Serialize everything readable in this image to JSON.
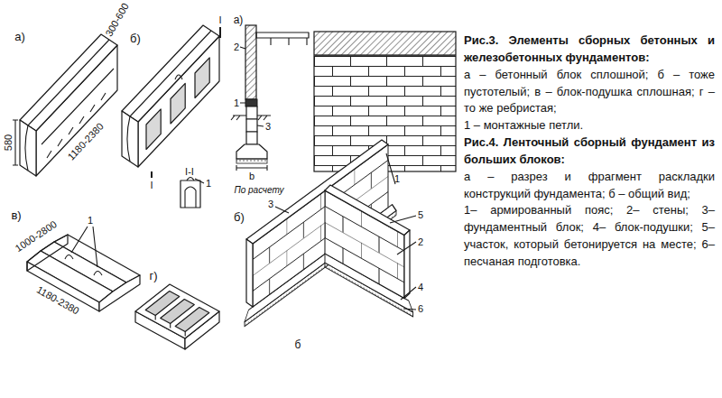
{
  "diagram": {
    "labels": [
      "а)",
      "580",
      "300-600",
      "1180-2380",
      "б)",
      "I",
      "I",
      "I-I",
      "1",
      "в)",
      "1",
      "1000-2800",
      "1180-2380",
      "г)",
      "а)",
      "2",
      "1",
      "3",
      "b",
      "По расчету",
      "б)",
      "3",
      "1",
      "5",
      "2",
      "4",
      "6",
      "б",
      "Рис.3. Элементы сборных бетонных и железобетонных фундаментов:",
      "а – бетонный блок сплошной; б – тоже пустотелый; в – блок-подушка сплошная; г – то же ребристая;",
      "1 – монтажные петли.",
      "Рис.4. Ленточный сборный фундамент из больших блоков:",
      "а – разрез и фрагмент раскладки конструкций фундамента; б – общий вид;",
      "1– армированный пояс; 2– стены; 3– фундаментный блок; 4– блок-подушки; 5– участок, который бетонируется на месте; 6– песчаная подготовка."
    ]
  }
}
